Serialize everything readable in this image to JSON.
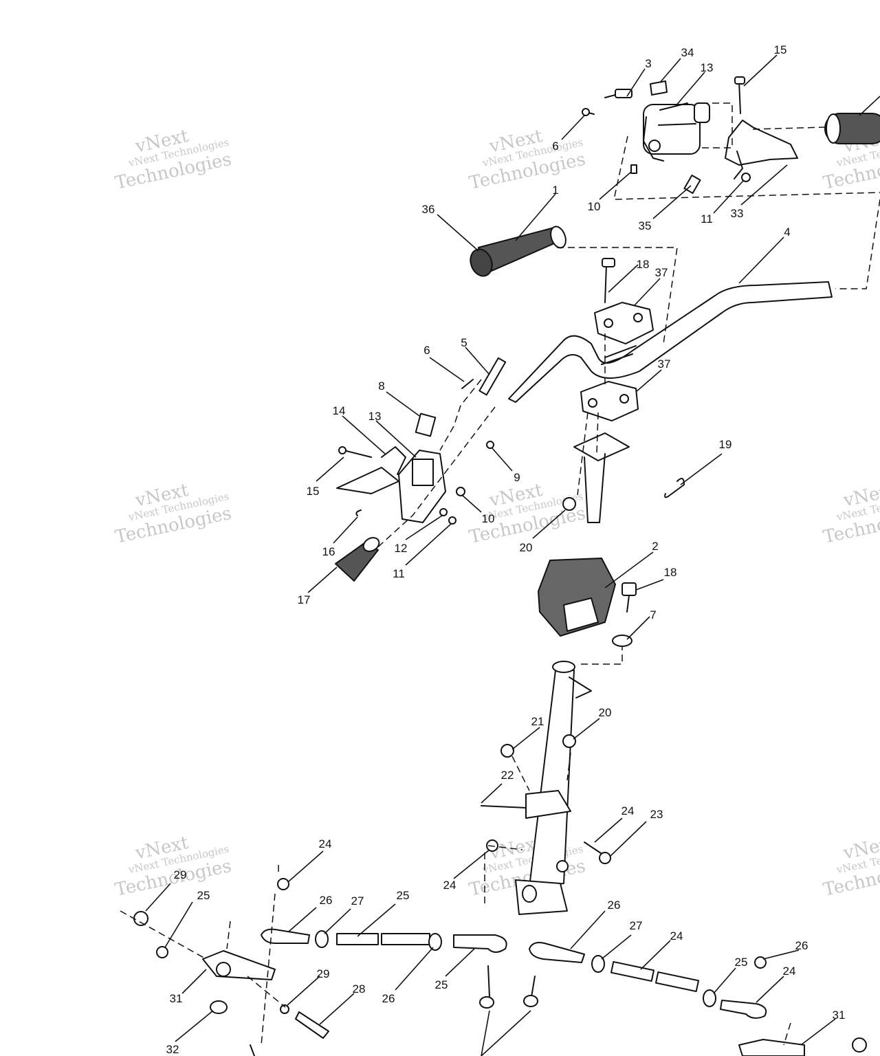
{
  "watermark": {
    "line_small": "vNext Technologies",
    "word_a": "vNext",
    "word_b": "Technologies"
  },
  "callouts": [
    "3",
    "34",
    "13",
    "15",
    "6",
    "10",
    "35",
    "11",
    "33",
    "36",
    "1",
    "4",
    "18",
    "37",
    "5",
    "6",
    "8",
    "14",
    "13",
    "15",
    "9",
    "10",
    "16",
    "12",
    "11",
    "17",
    "37",
    "19",
    "20",
    "2",
    "18",
    "7",
    "21",
    "20",
    "22",
    "24",
    "23",
    "24",
    "24",
    "29",
    "25",
    "26",
    "27",
    "25",
    "26",
    "27",
    "24",
    "26",
    "25",
    "24",
    "26",
    "25",
    "31",
    "29",
    "28",
    "32",
    "31"
  ],
  "colors": {
    "ink": "#111111",
    "paper": "#ffffff",
    "watermark": "#9a9a9a"
  }
}
